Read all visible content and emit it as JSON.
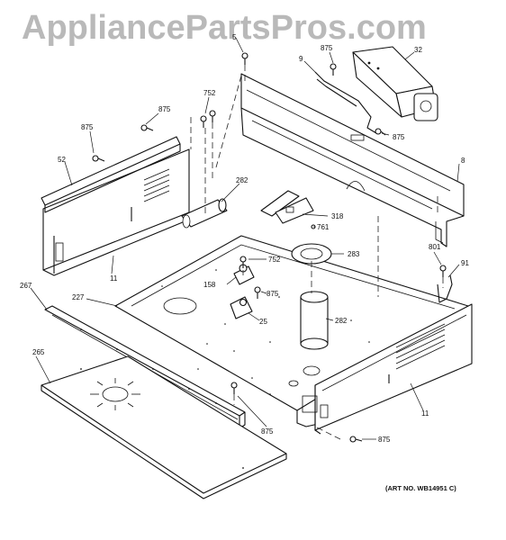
{
  "watermark": "AppliancePartsPros.com",
  "art_number": "(ART NO. WB14951 C)",
  "callouts": {
    "c5": "5",
    "c875_top": "875",
    "c32": "32",
    "c9": "9",
    "c752_top": "752",
    "c875_a": "875",
    "c875_b": "875",
    "c875_right": "875",
    "c8": "8",
    "c52": "52",
    "c282_top": "282",
    "c318": "318",
    "c761": "761",
    "c283": "283",
    "c752_mid": "752",
    "c801": "801",
    "c91": "91",
    "c158": "158",
    "c875_mid": "875",
    "c11_left": "11",
    "c267": "267",
    "c227": "227",
    "c25": "25",
    "c282_bot": "282",
    "c265": "265",
    "c11_right": "11",
    "c875_low": "875",
    "c875_bottom": "875"
  }
}
